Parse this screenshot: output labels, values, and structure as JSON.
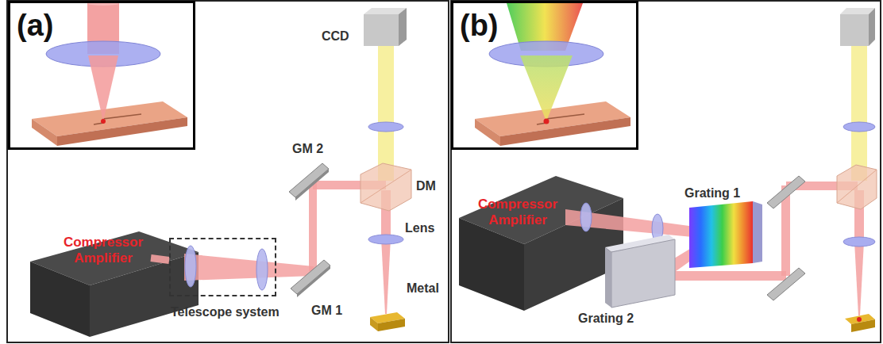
{
  "diagram": {
    "nodes": [
      {
        "text": [
          "(a)"
        ]
      },
      {
        "text": [
          "Compressor Amplifier"
        ]
      },
      {
        "text": [
          "Telescope system"
        ]
      },
      {
        "text": [
          "(b)"
        ]
      },
      {
        "text": [
          "Compressor Amplifier"
        ]
      }
    ],
    "edges": [
      {
        "from": 1,
        "to": 2,
        "arrow": "none"
      }
    ],
    "labels": [
      "CCD",
      "GM 2",
      "DM",
      "Lens",
      "GM 1",
      "Metal",
      "Grating 1",
      "Grating 2"
    ]
  }
}
